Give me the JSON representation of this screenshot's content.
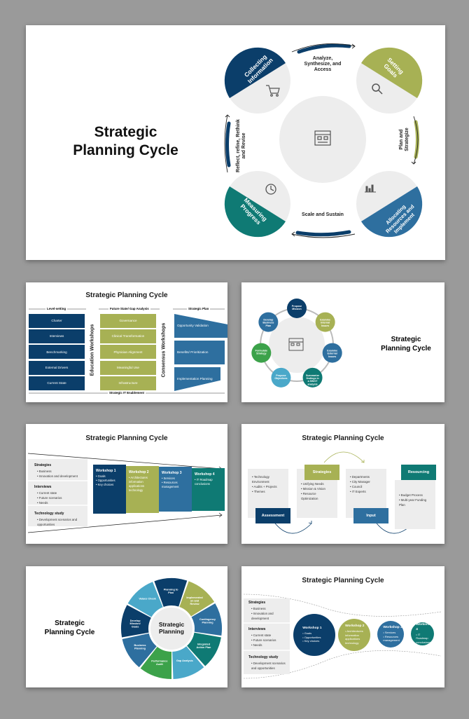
{
  "colors": {
    "navy": "#0b3e6a",
    "olive": "#a7b154",
    "teal": "#0f7a74",
    "blue": "#2e6f9f",
    "sky": "#4aa8c9",
    "green": "#3ca24a",
    "grey": "#ededed"
  },
  "slide1": {
    "title_line1": "Strategic",
    "title_line2": "Planning Cycle",
    "q1": "Collecting Information",
    "q2": "Setting Goals",
    "q3": "Allocating Resources and Implement",
    "q4": "Measuring Progress",
    "arrow_top": [
      "Analyze,",
      "Synthesize, and",
      "Access"
    ],
    "arrow_right": [
      "Plan and",
      "Strategize"
    ],
    "arrow_bottom": "Scale and Sustain",
    "arrow_left": [
      "Reflect, refine, Rethink",
      "and Revise"
    ],
    "icons": [
      "cart-icon",
      "search-icon",
      "bar-chart-icon",
      "clock-icon",
      "board-icon"
    ]
  },
  "slide2": {
    "title": "Strategic Planning Cycle",
    "h1": "Level-setting",
    "h2": "Future State/ Gap Analysis",
    "h3": "Strategic Plan",
    "col1": [
      "Charter",
      "Interviews",
      "Benchmarking",
      "External Drivers",
      "Current State"
    ],
    "col2": [
      "Governance",
      "Clinical Transformation",
      "Physician Alignment",
      "Meaningful Use",
      "Infrastructure"
    ],
    "col3": [
      "Opportunity Validation",
      "Benefits/ Prioritization",
      "Implementation Planning"
    ],
    "v1": "Education Workshops",
    "v2": "Consensus Workshops",
    "footer": "Strategic IT Enablement"
  },
  "slide3": {
    "title_line1": "Strategic",
    "title_line2": "Planning Cycle",
    "nodes": [
      "Propose Mission",
      "Examine Internal Issues",
      "Examine External Issues",
      "Summarize findings in a SWOT analysis",
      "Propose Objectives",
      "Formulate Strategy",
      "Develop Business Plan"
    ]
  },
  "slide4": {
    "title": "Strategic Planning Cycle",
    "left": [
      {
        "head": "Strategies",
        "items": [
          "Business",
          "Innovation and development"
        ]
      },
      {
        "head": "Interviews",
        "items": [
          "Current state",
          "Future scenarios",
          "Needs"
        ]
      },
      {
        "head": "Technology study",
        "items": [
          "Development scenarios and opportunities"
        ]
      }
    ],
    "workshops": [
      {
        "head": "Workshop 1",
        "items": [
          "Goals",
          "Opportunities",
          "Key choices"
        ]
      },
      {
        "head": "Workshop 2",
        "items": [
          "Architectures information applications technology"
        ]
      },
      {
        "head": "Workshop 3",
        "items": [
          "Services",
          "Resources management"
        ]
      },
      {
        "head": "Workshop 4",
        "items": [
          "IT Roadmap conclusions"
        ]
      }
    ]
  },
  "slide5": {
    "title": "Strategic Planning Cycle",
    "cards": [
      {
        "label": "Assessment",
        "items": [
          "Technology Environment",
          "Audits + Projects",
          "Themes"
        ]
      },
      {
        "label": "Strategies",
        "items": [
          "Unifying Needs",
          "Mission & Vision",
          "Resource Optimization"
        ]
      },
      {
        "label": "Input",
        "items": [
          "Departments",
          "City Manager",
          "Council",
          "IT Experts"
        ]
      },
      {
        "label": "Resourcing",
        "items": [
          "Budget Process",
          "Multi-year Funding Plan"
        ]
      }
    ]
  },
  "slide6": {
    "title_line1": "Strategic",
    "title_line2": "Planning Cycle",
    "center_line1": "Strategic",
    "center_line2": "Planning",
    "segments": [
      "Planning to Plan",
      "Implemented on and Review",
      "Contingency Planning",
      "Integrated Action Plan",
      "Gap Analysis",
      "Performance Audit",
      "Business Planning",
      "Develop Mission/ Goals",
      "Values Check"
    ]
  },
  "slide7": {
    "title": "Strategic Planning Cycle",
    "left": [
      {
        "head": "Strategies",
        "items": [
          "Business",
          "Innovation and development"
        ]
      },
      {
        "head": "Interviews",
        "items": [
          "Current state",
          "Future scenarios",
          "Needs"
        ]
      },
      {
        "head": "Technology study",
        "items": [
          "Development scenarios and opportunities"
        ]
      }
    ],
    "circles": [
      {
        "head": "Workshop 1",
        "items": [
          "Goals",
          "Opportunities",
          "Key choices"
        ]
      },
      {
        "head": "Workshop 2",
        "items": [
          "Architectures information applications technology"
        ]
      },
      {
        "head": "Workshop 3",
        "items": [
          "Services",
          "Resources management"
        ]
      },
      {
        "head": "Workshop 4",
        "items": [
          "IT Roadmap conclusions"
        ]
      }
    ]
  }
}
